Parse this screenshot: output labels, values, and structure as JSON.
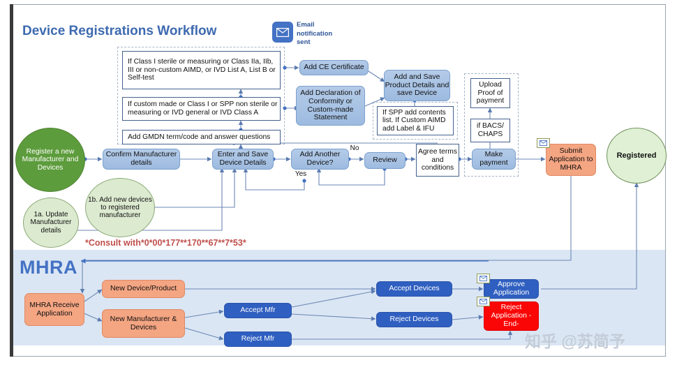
{
  "diagram": {
    "title": "Device Registrations Workflow",
    "swimlane_title": "MHRA",
    "legend": {
      "icon": "email-icon",
      "label": "Email notification sent"
    },
    "annotation": "*Consult with*0*00*177**170**67**7*53*",
    "watermark": "知乎 @苏简予",
    "colors": {
      "title_blue": "#3d6ab0",
      "lane_blue": "#dbe6f4",
      "lane_title_blue": "#4472c4",
      "process_blue": "#9dbbe0",
      "dark_blue": "#2f5fc0",
      "orange": "#f4a582",
      "red": "#fb0606",
      "green_dark": "#5d9c3c",
      "green_light": "#dcead0",
      "annotation_red": "#c0504d",
      "wire": "#6b87b4"
    }
  },
  "nodes": {
    "start_register": "Register a new Manufacturer and Devices",
    "update_manufacturer": "1a. Update Manufacturer details",
    "add_new_devices": "1b. Add new devices to registered manufacturer",
    "confirm_manufacturer": "Confirm Manufacturer details",
    "class_condition_1": "If Class I sterile or measuring or Class IIa, IIb, III or non-custom AIMD, or IVD List A, List B or Self-test",
    "class_condition_2": "If custom made or Class I or SPP non sterile or measuring or IVD general or IVD Class A",
    "gmdn": "Add GMDN term/code and answer questions",
    "enter_save_device": "Enter and Save Device Details",
    "add_ce": "Add CE Certificate",
    "add_doc": "Add Declaration of Conformity or Custom-made Statement",
    "add_save_product": "Add and Save Product Details and save Device",
    "spp_contents": "If SPP add contents list. If Custom AIMD add Label & IFU",
    "add_another_device": "Add Another Device?",
    "review": "Review",
    "agree_terms": "Agree terms and conditions",
    "upload_proof": "Upload Proof of payment",
    "if_bacs": "if BACS/ CHAPS",
    "make_payment": "Make payment",
    "submit_application": "Submit Application to MHRA",
    "registered": "Registered",
    "mhra_receive": "MHRA Receive Application",
    "new_device_product": "New Device/Product",
    "new_manufacturer_devices": "New Manufacturer & Devices",
    "accept_mfr": "Accept Mfr",
    "reject_mfr": "Reject Mfr",
    "accept_devices": "Accept Devices",
    "reject_devices": "Reject Devices",
    "approve_application": "Approve Application",
    "reject_application": "Reject Application -End-"
  },
  "edge_labels": {
    "yes": "Yes",
    "no": "No"
  }
}
